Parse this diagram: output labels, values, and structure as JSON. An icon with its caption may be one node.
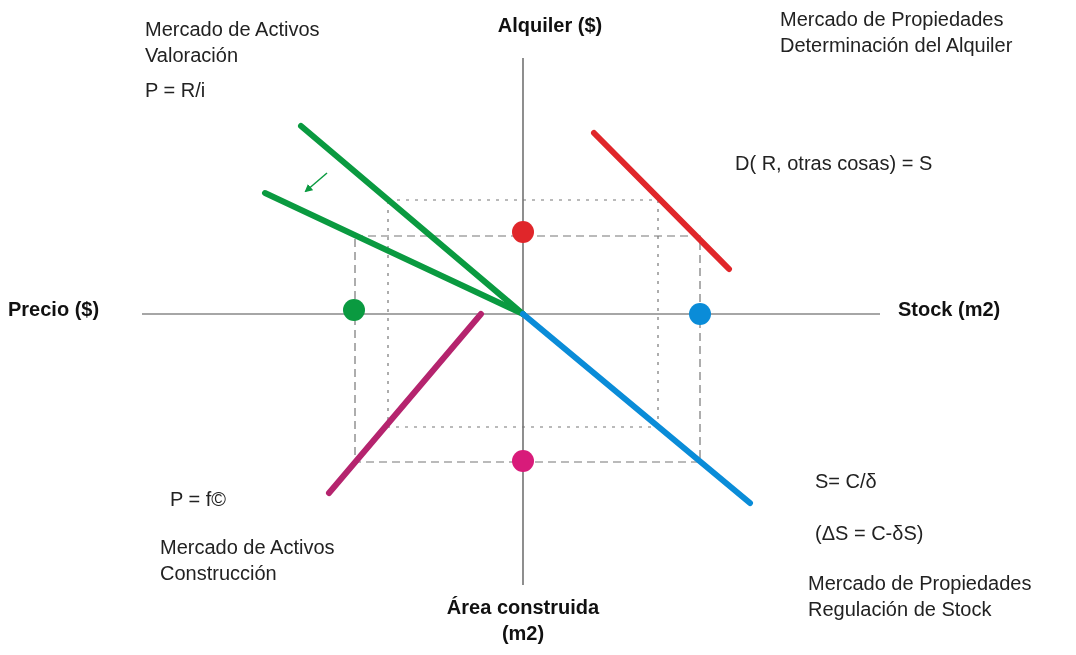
{
  "diagram": {
    "labels": [
      "Mercado de Activos Valoración",
      "Alquiler ($)",
      "Mercado de Propiedades Determinación del Alquiler",
      "P = R/i",
      "D( R, otras cosas) = S",
      "Precio ($)",
      "Stock (m2)",
      "P = f©",
      "S= C/δ",
      "(ΔS = C-δS)",
      "Mercado de Activos Construcción",
      "Mercado de Propiedades Regulación de Stock",
      "Área construida (m2)"
    ]
  }
}
